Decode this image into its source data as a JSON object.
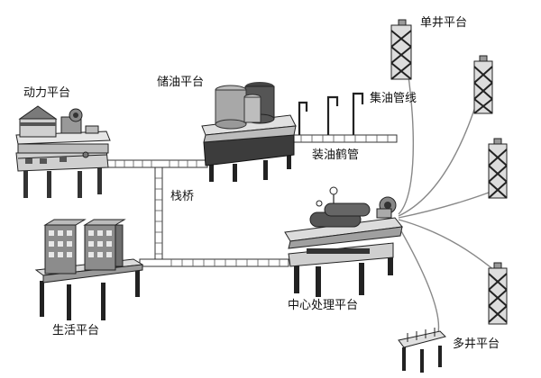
{
  "labels": {
    "power_platform": "动力平台",
    "oil_storage_platform": "储油平台",
    "oil_gathering_pipeline": "集油管线",
    "oil_loading_crane_pipe": "装油鹤管",
    "trestle_bridge": "栈桥",
    "living_platform": "生活平台",
    "central_processing_platform": "中心处理平台",
    "single_well_platform": "单井平台",
    "multi_well_platform": "多井平台"
  },
  "colors": {
    "deck_light": "#dcdcdc",
    "deck_mid": "#b4b4b4",
    "deck_dark": "#4a4a4a",
    "structure_black": "#222222",
    "tank_light": "#aaaaaa",
    "tank_dark": "#555555",
    "pipeline": "#888888",
    "building": "#8c8c8c"
  }
}
